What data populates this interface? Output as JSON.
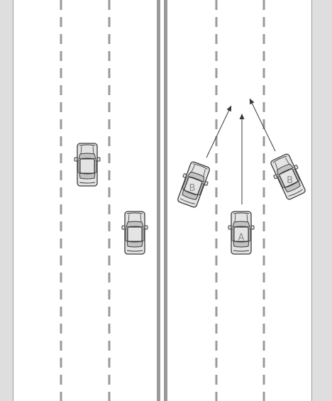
{
  "colors": {
    "shoulder": "#dedede",
    "road": "#ffffff",
    "edge_line": "#9a9a9a",
    "lane_dash": "#9a9a9a",
    "median": "#9a9a9a",
    "car_body": "#e4e4e4",
    "car_glass": "#c2c2c2",
    "car_outline": "#3a3a3a",
    "arrow": "#3a3a3a"
  },
  "vehicles": {
    "car_a": {
      "label": "A"
    },
    "car_b_left": {
      "label": "B"
    },
    "car_b_right": {
      "label": "B"
    }
  },
  "icons": {
    "arrow": "arrowhead-up-icon",
    "car": "car-topview-icon"
  }
}
